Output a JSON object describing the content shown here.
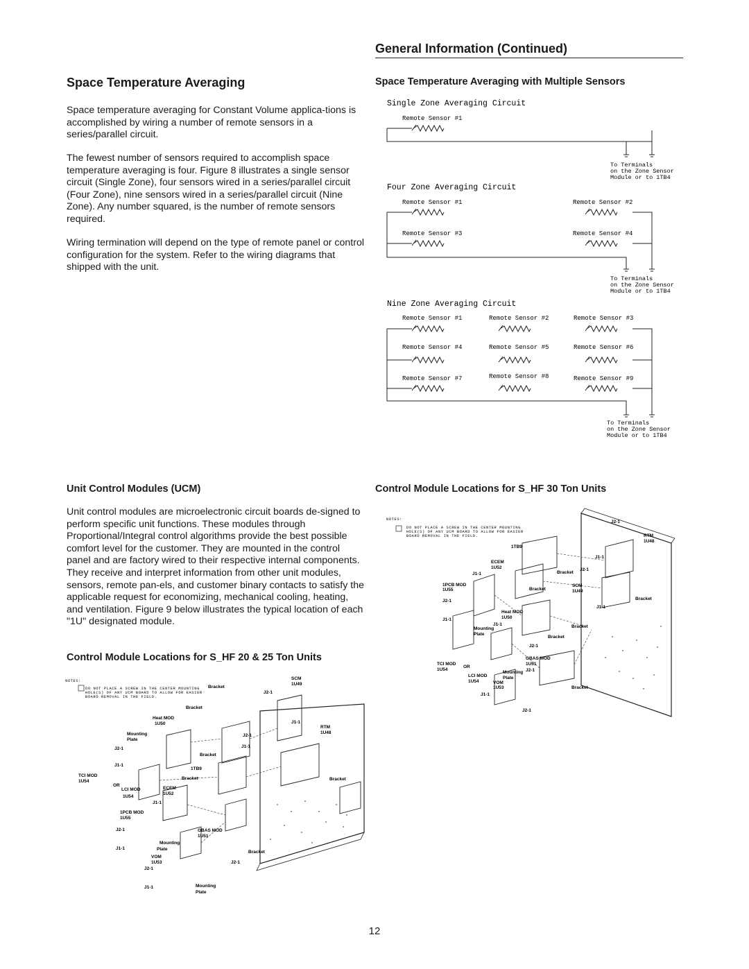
{
  "page": {
    "section_header": "General Information (Continued)",
    "page_number": "12"
  },
  "left": {
    "title": "Space Temperature Averaging",
    "paragraphs": [
      "Space temperature averaging for Constant Volume applica-tions is accomplished by wiring a number of remote sensors in a series/parallel circuit.",
      "The fewest number of sensors required to accomplish space temperature averaging is four. Figure 8 illustrates a single sensor circuit (Single Zone), four sensors wired in a series/parallel circuit (Four Zone), nine sensors wired in a series/parallel circuit (Nine Zone). Any number squared, is the number of remote sensors required.",
      "Wiring termination will depend on the type of remote panel or control configuration for the system. Refer to the wiring diagrams that shipped with the unit."
    ],
    "ucm_heading": "Unit Control Modules (UCM)",
    "ucm_paragraph": "Unit control modules are microelectronic circuit boards de-signed to perform specific unit functions. These modules through Proportional/Integral control algorithms provide the best possible comfort level for the customer. They are mounted in the control panel and are factory wired to their respective internal components. They receive and interpret information from other unit modules, sensors, remote pan-els, and customer binary contacts to satisfy the applicable request for economizing, mechanical cooling, heating, and ventilation. Figure 9 below illustrates the typical location of each \"1U\" designated module.",
    "figure_20_25_heading": "Control Module Locations for S_HF 20 & 25 Ton Units"
  },
  "right": {
    "averaging_heading": "Space Temperature Averaging with Multiple Sensors",
    "figure_30_heading": "Control Module Locations for S_HF 30 Ton Units"
  },
  "wiring": {
    "single_title": "Single Zone Averaging Circuit",
    "four_title": "Four Zone Averaging Circuit",
    "nine_title": "Nine Zone Averaging Circuit",
    "terminal_line1": "To Terminals",
    "terminal_line2": "on the Zone Sensor",
    "terminal_line3": "Module or to 1TB4",
    "sensors": [
      "Remote Sensor #1",
      "Remote Sensor #2",
      "Remote Sensor #3",
      "Remote Sensor #4",
      "Remote Sensor #5",
      "Remote Sensor #6",
      "Remote Sensor #7",
      "Remote Sensor #8",
      "Remote Sensor #9"
    ]
  },
  "figure_20_25": {
    "notes_label": "NOTES:",
    "note_line1": "DO NOT PLACE A SCREW IN THE CENTER MOUNTING",
    "note_line2": "HOLE(S) OF ANY UCM BOARD TO ALLOW FOR EASIER",
    "note_line3": "BOARD REMOVAL IN THE FIELD.",
    "labels": {
      "scm": "SCM",
      "u49": "1U49",
      "bracket": "Bracket",
      "j2": "J2-1",
      "j1": "J1-1",
      "heat_mod": "Heat MOD",
      "u50": "1U50",
      "rtm": "RTM",
      "u48": "1U48",
      "mounting": "Mounting",
      "plate": "Plate",
      "tb9": "1TB9",
      "tci": "TCI MOD",
      "u54": "1U54",
      "or": "OR",
      "lci": "LCI MOD",
      "ecem": "ECEM",
      "u52": "1U52",
      "pcb": "1PCB MOD",
      "u55": "1U55",
      "gbas": "GBAS MOD",
      "u51": "1U51",
      "vom": "VOM",
      "u53": "1U53"
    }
  },
  "figure_30": {
    "notes_label": "NOTES:",
    "note_line1": "DO NOT PLACE A SCREW IN THE CENTER MOUNTING",
    "note_line2": "HOLE(S) OF ANY UCM BOARD TO ALLOW FOR EASIER",
    "note_line3": "BOARD REMOVAL IN THE FIELD.",
    "labels": {
      "j2": "J2-1",
      "rtm": "RTM",
      "u48": "1U48",
      "tb9": "1TB9",
      "j1": "J1-1",
      "ecem": "ECEM",
      "u52": "1U52",
      "bracket": "Bracket",
      "pcb": "1PCB MOD",
      "u55": "1U55",
      "scm": "SCM",
      "u49": "1U49",
      "heat_mod": "Heat MOD",
      "u50": "1U50",
      "mounting": "Mounting",
      "plate": "Plate",
      "tci": "TCI MOD",
      "or": "OR",
      "u54": "1U54",
      "gbas": "GBAS MOD",
      "u51": "1U51",
      "lci": "LCI MOD",
      "vom": "VOM",
      "u53": "1U53"
    }
  }
}
